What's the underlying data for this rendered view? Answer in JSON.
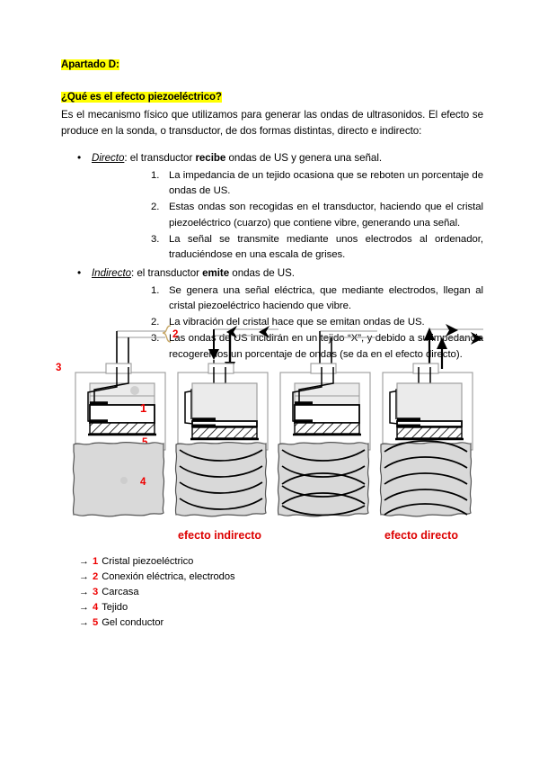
{
  "document": {
    "section_heading": "Apartado D:",
    "question_heading": "¿Qué es el efecto piezoeléctrico?",
    "intro_paragraph": "Es el mecanismo físico que utilizamos para generar las ondas de ultrasonidos. El efecto se produce en la sonda, o transductor, de dos formas distintas, directo e indirecto:",
    "bullets": [
      {
        "term": "Directo",
        "lead_before": ": el transductor ",
        "lead_strong": "recibe",
        "lead_after": " ondas de US y genera una señal.",
        "items": [
          "La impedancia de un tejido ocasiona que se reboten un porcentaje de ondas de US.",
          "Estas ondas son recogidas en el transductor, haciendo que el cristal piezoeléctrico (cuarzo) que contiene vibre, generando una señal.",
          "La señal se transmite mediante unos electrodos al ordenador, traduciéndose en una escala de grises."
        ]
      },
      {
        "term": "Indirecto",
        "lead_before": ": el transductor ",
        "lead_strong": "emite",
        "lead_after": " ondas de US.",
        "items": [
          "Se genera una señal eléctrica, que mediante electrodos, llegan al cristal piezoeléctrico haciendo que vibre.",
          "La vibración del cristal hace que se emitan ondas de US.",
          "Las ondas de US incidirán en un tejido “X”, y debido a su impedancia recogeremos un porcentaje de ondas (se da en el efecto directo)."
        ]
      }
    ]
  },
  "figure": {
    "labels": {
      "crystal": "1",
      "electrical_connection": "2",
      "casing": "3",
      "tissue": "4",
      "gel": "5"
    },
    "captions": {
      "indirect": "efecto indirecto",
      "direct": "efecto directo"
    },
    "colors": {
      "label_red": "#ee0000",
      "tissue_fill": "#d9d9d9",
      "damping_fill": "#ebebeb",
      "outline": "#888888",
      "ink": "#000000"
    }
  },
  "legend": {
    "arrow_glyph": "→",
    "entries": [
      {
        "num": "1",
        "text": "Cristal piezoeléctrico"
      },
      {
        "num": "2",
        "text": "Conexión eléctrica, electrodos"
      },
      {
        "num": "3",
        "text": "Carcasa"
      },
      {
        "num": "4",
        "text": "Tejido"
      },
      {
        "num": "5",
        "text": "Gel conductor"
      }
    ]
  }
}
